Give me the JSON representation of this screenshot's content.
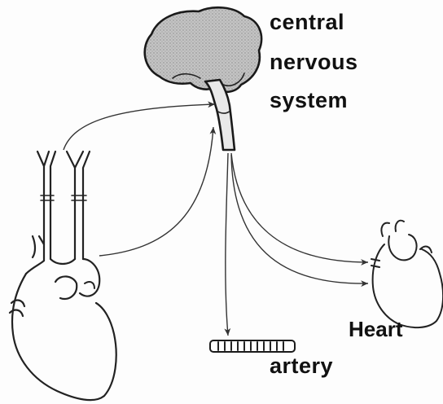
{
  "labels": {
    "cns_line1": "central",
    "cns_line2": "nervous",
    "cns_line3": "system",
    "heart": "Heart",
    "artery": "artery"
  },
  "colors": {
    "ink": "#111111",
    "brain_fill": "#bdbdbd",
    "background": "#fdfdfd"
  }
}
